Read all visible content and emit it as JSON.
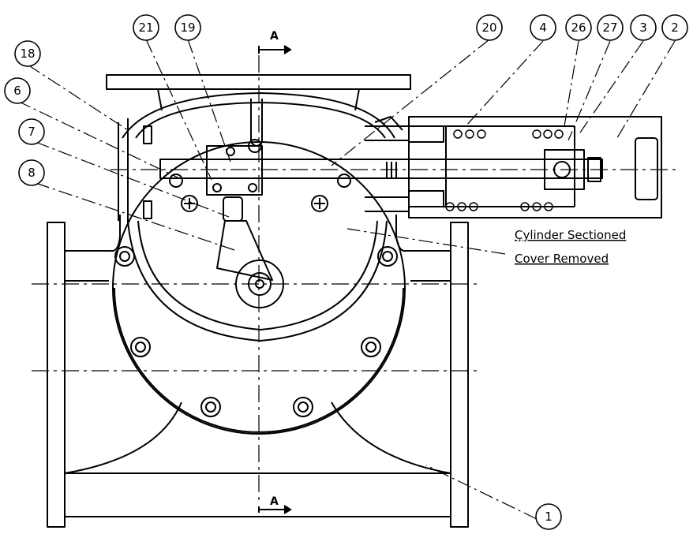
{
  "drawing": {
    "callouts": [
      "1",
      "2",
      "3",
      "4",
      "6",
      "7",
      "8",
      "18",
      "19",
      "20",
      "21",
      "26",
      "27"
    ],
    "section_mark": "A",
    "notes": {
      "cylinder": "Çylinder Sectioned",
      "cover": "Cover Removed"
    }
  }
}
